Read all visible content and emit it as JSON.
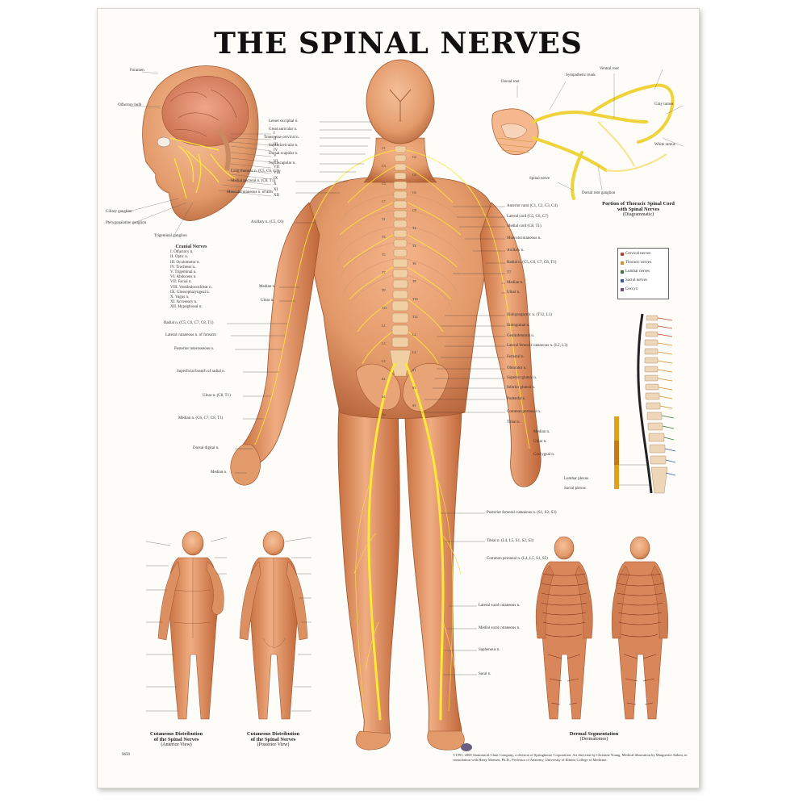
{
  "title": "THE SPINAL NERVES",
  "head_panel": {
    "top_labels": [
      "Foramen",
      "Olfactory bulb"
    ],
    "side_labels": [
      "I",
      "II",
      "III",
      "IV",
      "V",
      "VI",
      "VII",
      "VIII",
      "IX",
      "X",
      "XI",
      "XII"
    ],
    "bottom_labels": [
      "Ciliary ganglion",
      "Pterygopalatine ganglion",
      "Trigeminal ganglion"
    ]
  },
  "cranial_nerves": {
    "heading": "Cranial Nerves",
    "items": [
      "I. Olfactory n.",
      "II. Optic n.",
      "III. Oculomotor n.",
      "IV. Trochlear n.",
      "V. Trigeminal n.",
      "VI. Abducens n.",
      "VII. Facial n.",
      "VIII. Vestibulocochlear n.",
      "IX. Glossopharyngeal n.",
      "X. Vagus n.",
      "XI. Accessory n.",
      "XII. Hypoglossal n."
    ]
  },
  "thoracic_cord": {
    "caption_line1": "Portion of Thoracic Spinal Cord",
    "caption_line2": "with Spinal Nerves",
    "caption_line3": "(Diagrammatic)",
    "labels": [
      "Sympathetic trunk",
      "Dorsal root",
      "Ventral root",
      "Gray ramus",
      "White ramus",
      "Dorsal root ganglion",
      "Spinal nerve"
    ]
  },
  "legend": {
    "items": [
      {
        "label": "Cervical nerves",
        "color": "#c4432a"
      },
      {
        "label": "Thoracic nerves",
        "color": "#d88a2c"
      },
      {
        "label": "Lumbar nerves",
        "color": "#3d7a3d"
      },
      {
        "label": "Sacral nerves",
        "color": "#3a5aa8"
      },
      {
        "label": "Coccyx",
        "color": "#7a4a8a"
      }
    ],
    "plexus_labels": [
      "Lumbar plexus",
      "Sacral plexus"
    ]
  },
  "center_left_labels": [
    "Lesser occipital n.",
    "Great auricular n.",
    "Transverse cervical n.",
    "Supraclavicular n.",
    "Dorsal scapular n.",
    "Suprascapular n.",
    "Long thoracic n. (C5, C6, C7)",
    "Medial pectoral n. (C8, T1)",
    "Musculocutaneous n. of arm",
    "Axillary n. (C5, C6)",
    "Median n.",
    "Ulnar n.",
    "Radial n. (C5, C6, C7, C8, T1)",
    "Lateral cutaneous n. of forearm",
    "Posterior interosseous n.",
    "Superficial branch of radial n.",
    "Ulnar n. (C8, T1)",
    "Median n. (C6, C7, C8, T1)",
    "Dorsal digital n.",
    "Median n."
  ],
  "center_right_labels": [
    "Anterior rami (C1, C2, C3, C4)",
    "Lateral cord (C5, C6, C7)",
    "Medial cord (C8, T1)",
    "Musculocutaneous n.",
    "Axillary n.",
    "Radial n. (C5, C6, C7, C8, T1)",
    "T7",
    "Median n.",
    "Ulnar n.",
    "Iliohypogastric n. (T12, L1)",
    "Ilioinguinal n.",
    "Genitofemoral n.",
    "Lateral femoral cutaneous n. (L2, L3)",
    "Femoral n.",
    "Obturator n.",
    "Superior gluteal n.",
    "Inferior gluteal n.",
    "Pudendal n.",
    "Common peroneal n.",
    "Tibial n.",
    "Median n.",
    "Ulnar n.",
    "Coccygeal n.",
    "Posterior femoral cutaneous n. (S1, S2, S3)",
    "Tibial n. (L4, L5, S1, S2, S3)",
    "Common peroneal n. (L4, L5, S1, S2)",
    "Lateral sural cutaneous n.",
    "Medial sural cutaneous n.",
    "Saphenous n.",
    "Sural n."
  ],
  "spine_labels": [
    "C1",
    "C2",
    "C3",
    "C4",
    "C5",
    "C6",
    "C7",
    "C8",
    "T1",
    "T2",
    "T3",
    "T4",
    "T5",
    "T6",
    "T7",
    "T8",
    "T9",
    "T10",
    "T11",
    "T12",
    "L1",
    "L2",
    "L3",
    "L4",
    "L5",
    "S1",
    "S2",
    "S3",
    "S4",
    "S5",
    "Co"
  ],
  "bottom_captions": {
    "anterior_line1": "Cutaneous Distribution",
    "anterior_line2": "of the Spinal Nerves",
    "anterior_line3": "(Anterior View)",
    "posterior_line1": "Cutaneous Distribution",
    "posterior_line2": "of the Spinal Nerves",
    "posterior_line3": "(Posterior View)",
    "dermatome_line1": "Dermal Segmentation",
    "dermatome_line2": "(Dermatomes)"
  },
  "copyright": "©1991, 2000 Anatomical Chart Company, a division of Springhouse Corporation. Art direction by Christine Young. Medical illustration by Marguerite Aitken, in consultation with Harry Monsen, Ph.D., Professor of Anatomy, University of Illinois College of Medicine.",
  "plate_number": "9650",
  "colors": {
    "skin": "#e39a6a",
    "skin_dark": "#c9734a",
    "nerve": "#f0d33a",
    "nerve_bright": "#ffe838",
    "brain": "#d9806a",
    "spine": "#e8c7a0"
  }
}
